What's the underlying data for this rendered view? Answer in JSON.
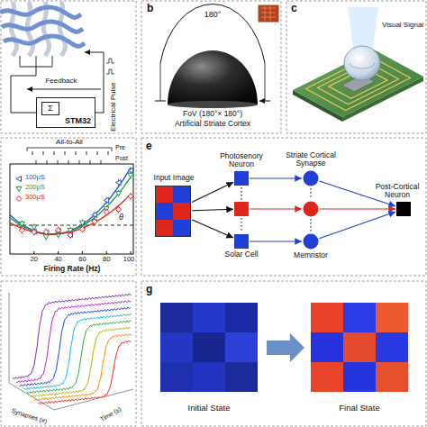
{
  "diagram": {
    "nodes": [
      {
        "text": [
          "STM32"
        ]
      },
      {
        "text": [
          "Σ"
        ],
        "in": 0
      },
      {
        "text": [
          "Input Image"
        ]
      },
      {
        "text": [
          "Photosenory Neuron"
        ]
      },
      {
        "text": []
      },
      {
        "text": [
          "Solar Cell"
        ]
      },
      {
        "text": [
          "Striate Cortical Synapse"
        ]
      },
      {
        "text": []
      },
      {
        "text": [
          "Memristor"
        ]
      },
      {
        "text": [
          "Post-Cortical Neuron"
        ]
      }
    ],
    "edges": [
      {
        "from": 2,
        "to": 3,
        "arrow": "to"
      },
      {
        "from": 2,
        "to": 4,
        "arrow": "to"
      },
      {
        "from": 2,
        "to": 5,
        "arrow": "to"
      },
      {
        "from": 3,
        "to": 6,
        "arrow": "to"
      },
      {
        "from": 4,
        "to": 7,
        "arrow": "to"
      },
      {
        "from": 5,
        "to": 8,
        "arrow": "to"
      },
      {
        "from": 6,
        "to": 9,
        "arrow": "to"
      },
      {
        "from": 7,
        "to": 9,
        "arrow": "to"
      },
      {
        "from": 8,
        "to": 9,
        "arrow": "to"
      }
    ],
    "labels": [
      "Feedback",
      "Electrical Pulse",
      "b",
      "180°",
      "FoV (180°× 180°)",
      "Artificial Striate Cortex",
      "c",
      "Visual Signal",
      "All-to-All",
      "Pre",
      "Post",
      "θ",
      "20",
      "40",
      "60",
      "80",
      "100",
      "Firing Rate (Hz)",
      "e",
      "Synapses (#)",
      "Time (s)",
      "g",
      "Initial State",
      "Final State"
    ],
    "legend": [
      {
        "text": "100μS"
      },
      {
        "text": "200μS"
      },
      {
        "text": "300μS"
      }
    ]
  }
}
